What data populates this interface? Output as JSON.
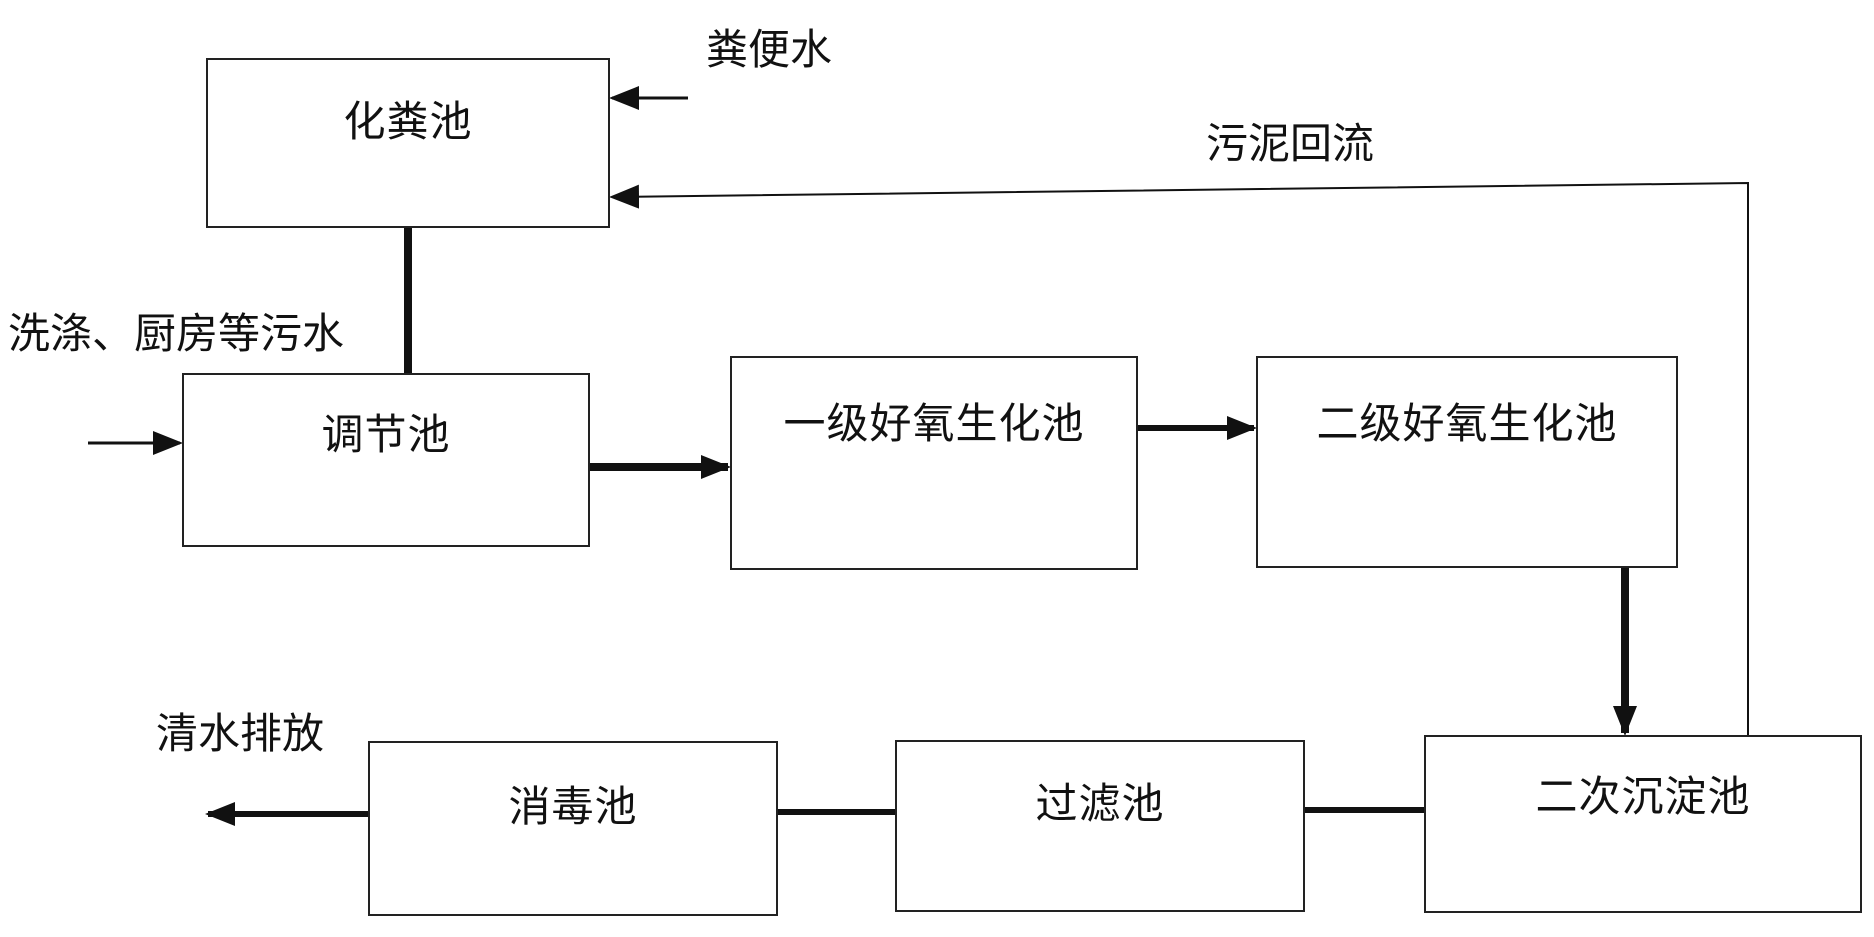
{
  "diagram": {
    "boxes": {
      "septic_tank": "化粪池",
      "regulating_tank": "调节池",
      "aerobic_1": "一级好氧生化池",
      "aerobic_2": "二级好氧生化池",
      "secondary_settling": "二次沉淀池",
      "filter_tank": "过滤池",
      "disinfection_tank": "消毒池"
    },
    "labels": {
      "fecal_water": "粪便水",
      "sludge_return": "污泥回流",
      "washing_kitchen_sewage": "洗涤、厨房等污水",
      "clean_water_discharge": "清水排放"
    }
  }
}
